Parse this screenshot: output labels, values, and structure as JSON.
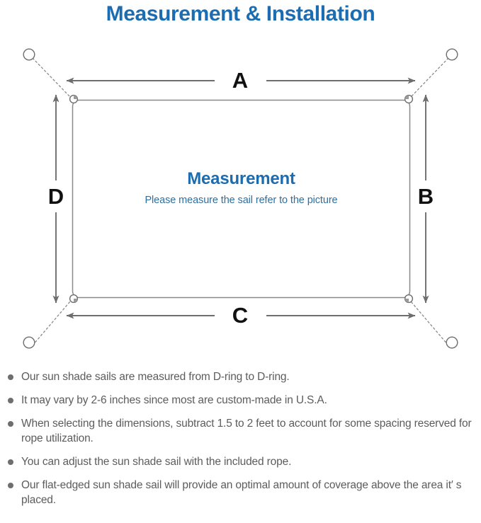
{
  "header": {
    "title": "Measurement & Installation",
    "title_color": "#1b6cb0"
  },
  "diagram": {
    "name": "sun-shade-sail-measurement-diagram",
    "sail_shape": "rectangle",
    "stroke_color": "#808080",
    "dimension_labels": {
      "top": "A",
      "right": "B",
      "bottom": "C",
      "left": "D"
    },
    "center_title": "Measurement",
    "center_subtitle": "Please measure the sail refer to the picture",
    "d_ring_count": 4,
    "anchor_point_count": 4,
    "rope_line_style": "dotted"
  },
  "notes": {
    "items": [
      "Our sun shade sails are measured from D-ring to D-ring.",
      "It may vary by 2-6 inches since most are custom-made in U.S.A.",
      "When selecting the dimensions, subtract 1.5 to 2 feet to account for some spacing reserved for rope utilization.",
      "You can adjust the sun shade sail with the included rope.",
      "Our flat-edged sun shade sail will provide an optimal amount of coverage above the area it′ s placed."
    ]
  }
}
